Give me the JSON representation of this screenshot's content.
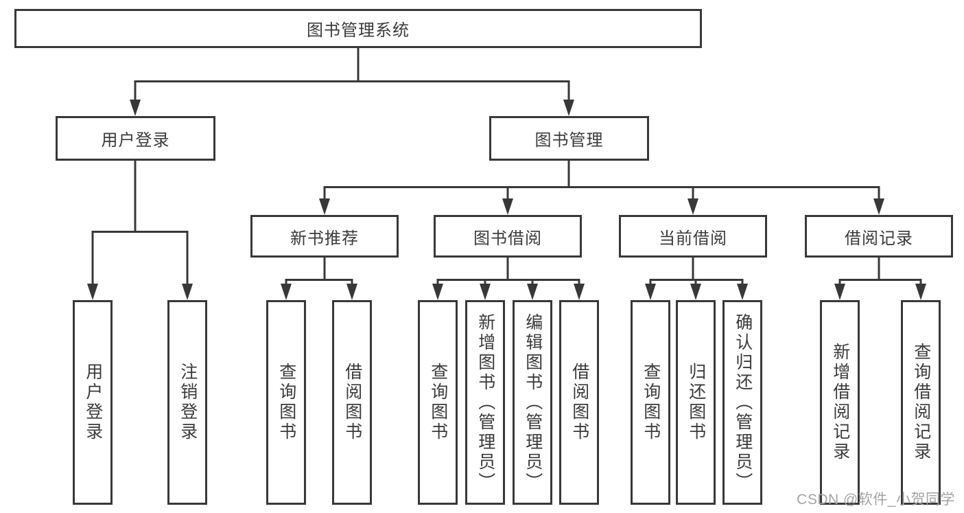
{
  "diagram": {
    "root": {
      "label": "图书管理系统"
    },
    "level2": [
      {
        "id": "user-login",
        "label": "用户登录"
      },
      {
        "id": "book-management",
        "label": "图书管理"
      }
    ],
    "level3": [
      {
        "id": "new-book-recommendation",
        "label": "新书推荐",
        "parent": "图书管理"
      },
      {
        "id": "book-borrowing",
        "label": "图书借阅",
        "parent": "图书管理"
      },
      {
        "id": "current-borrowing",
        "label": "当前借阅",
        "parent": "图书管理"
      },
      {
        "id": "borrowing-records",
        "label": "借阅记录",
        "parent": "图书管理"
      }
    ],
    "leaves": [
      {
        "label": "用户登录",
        "parent": "用户登录"
      },
      {
        "label": "注销登录",
        "parent": "用户登录"
      },
      {
        "label": "查询图书",
        "parent": "新书推荐"
      },
      {
        "label": "借阅图书",
        "parent": "新书推荐"
      },
      {
        "label": "查询图书",
        "parent": "图书借阅"
      },
      {
        "label": "新增图书（管理员）",
        "parent": "图书借阅"
      },
      {
        "label": "编辑图书（管理员）",
        "parent": "图书借阅"
      },
      {
        "label": "借阅图书",
        "parent": "图书借阅"
      },
      {
        "label": "查询图书",
        "parent": "当前借阅"
      },
      {
        "label": "归还图书",
        "parent": "当前借阅"
      },
      {
        "label": "确认归还（管理员）",
        "parent": "当前借阅"
      },
      {
        "label": "新增借阅记录",
        "parent": "借阅记录"
      },
      {
        "label": "查询借阅记录",
        "parent": "借阅记录"
      }
    ],
    "watermark": "CSDN @软件_小贺同学",
    "colors": {
      "line": "#383838",
      "text": "#3a3a3a",
      "watermark": "#a3a3a3",
      "background": "#ffffff"
    }
  }
}
